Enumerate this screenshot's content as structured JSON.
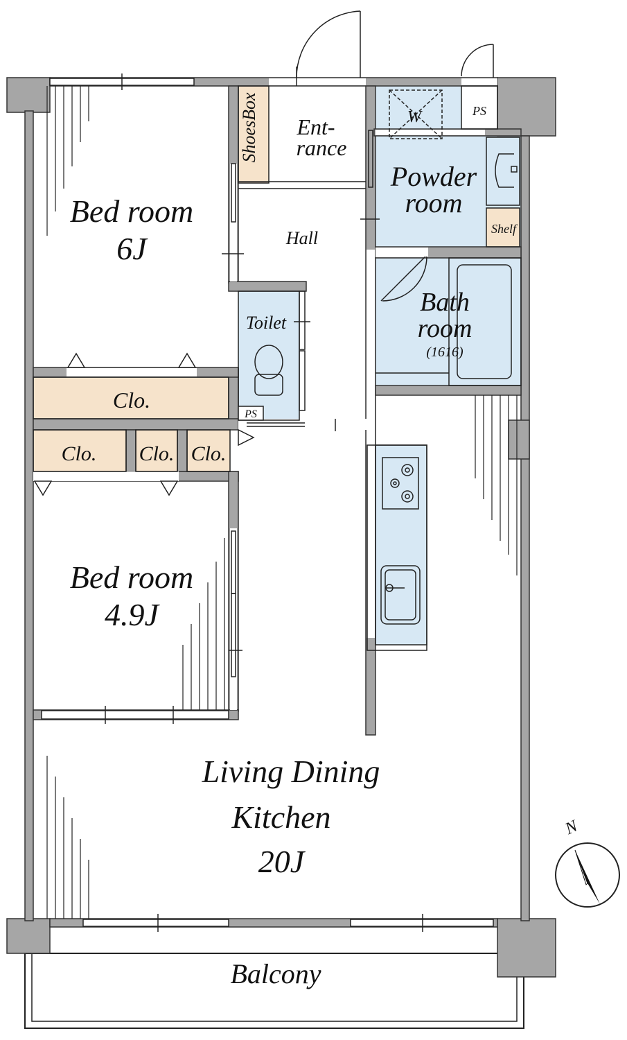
{
  "rooms": {
    "bedroom1": {
      "name": "Bed room",
      "size": "6J"
    },
    "bedroom2": {
      "name": "Bed room",
      "size": "4.9J"
    },
    "ldk": {
      "line1": "Living Dining",
      "line2": "Kitchen",
      "size": "20J"
    },
    "balcony": "Balcony",
    "entrance": {
      "line1": "Ent-",
      "line2": "rance"
    },
    "shoes_box": "ShoesBox",
    "hall": "Hall",
    "powder_room": {
      "line1": "Powder",
      "line2": "room"
    },
    "washer": "W",
    "shelf": "Shelf",
    "bath": {
      "line1": "Bath",
      "line2": "room",
      "size": "(1616)"
    },
    "toilet": "Toilet",
    "ps_top": "PS",
    "ps_toilet": "PS",
    "closets": [
      "Clo.",
      "Clo.",
      "Clo.",
      "Clo."
    ]
  },
  "compass": {
    "label": "N"
  },
  "colors": {
    "wall": "#a6a6a6",
    "wet_area": "#d7e8f4",
    "storage": "#f6e3cb",
    "line": "#222222"
  }
}
